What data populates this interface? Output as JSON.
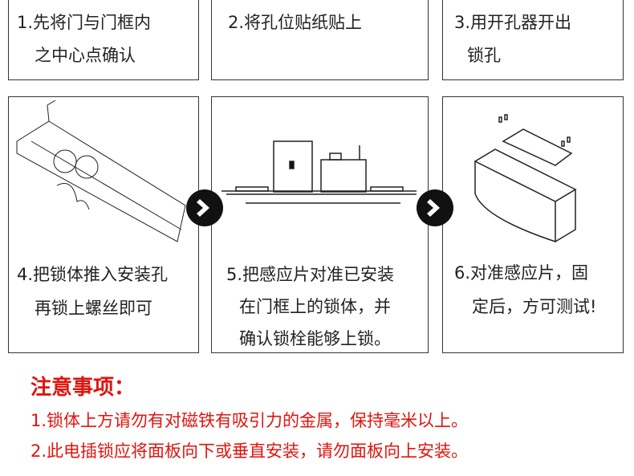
{
  "steps": [
    {
      "lines": [
        "1.先将门与门框内",
        "之中心点确认"
      ]
    },
    {
      "lines": [
        "2.将孔位贴纸贴上"
      ]
    },
    {
      "lines": [
        "3.用开孔器开出",
        "锁孔"
      ]
    },
    {
      "lines": [
        "4.把锁体推入安装孔",
        "再锁上螺丝即可"
      ]
    },
    {
      "lines": [
        "5.把感应片对准已安装",
        "在门框上的锁体，并",
        "确认锁栓能够上锁。"
      ]
    },
    {
      "lines": [
        "6.对准感应片，固",
        "定后，方可测试!"
      ]
    }
  ],
  "notice": {
    "title": "注意事项：",
    "items": [
      "1.锁体上方请勿有对磁铁有吸引力的金属，保持毫米以上。",
      "2.此电插锁应将面板向下或垂直安装，请勿面板向上安装。"
    ]
  },
  "colors": {
    "notice": "#e0140e"
  }
}
